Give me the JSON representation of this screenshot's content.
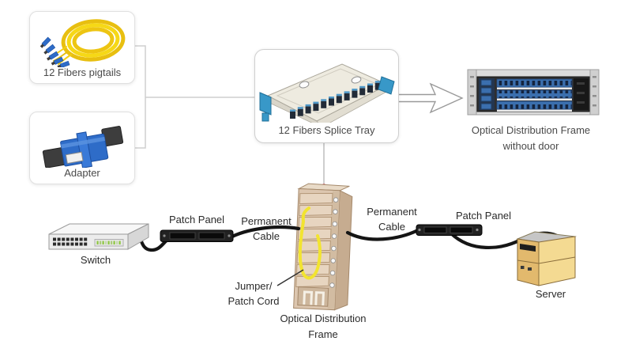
{
  "cards": {
    "pigtails": {
      "label": "12 Fibers pigtails"
    },
    "adapter": {
      "label": "Adapter"
    },
    "splice_tray": {
      "label": "12 Fibers Splice Tray"
    }
  },
  "rack": {
    "label_line1": "Optical Distribution Frame",
    "label_line2": "without door"
  },
  "diagram": {
    "switch_label": "Switch",
    "patch_panel_left_label": "Patch Panel",
    "patch_panel_right_label": "Patch Panel",
    "permanent_cable_left_line1": "Permanent",
    "permanent_cable_left_line2": "Cable",
    "permanent_cable_right_line1": "Permanent",
    "permanent_cable_right_line2": "Cable",
    "jumper_line1": "Jumper/",
    "jumper_line2": "Patch Cord",
    "odf_line1": "Optical Distribution",
    "odf_line2": "Frame",
    "server_label": "Server"
  },
  "colors": {
    "fiber_yellow": "#f2ce14",
    "connector_blue": "#2e6cc8",
    "tray_blue": "#3898c8",
    "odf_tan": "#dcc6af",
    "cable_black": "#151515",
    "marker_red": "#e50019",
    "line_gray": "#c9c9c9"
  }
}
